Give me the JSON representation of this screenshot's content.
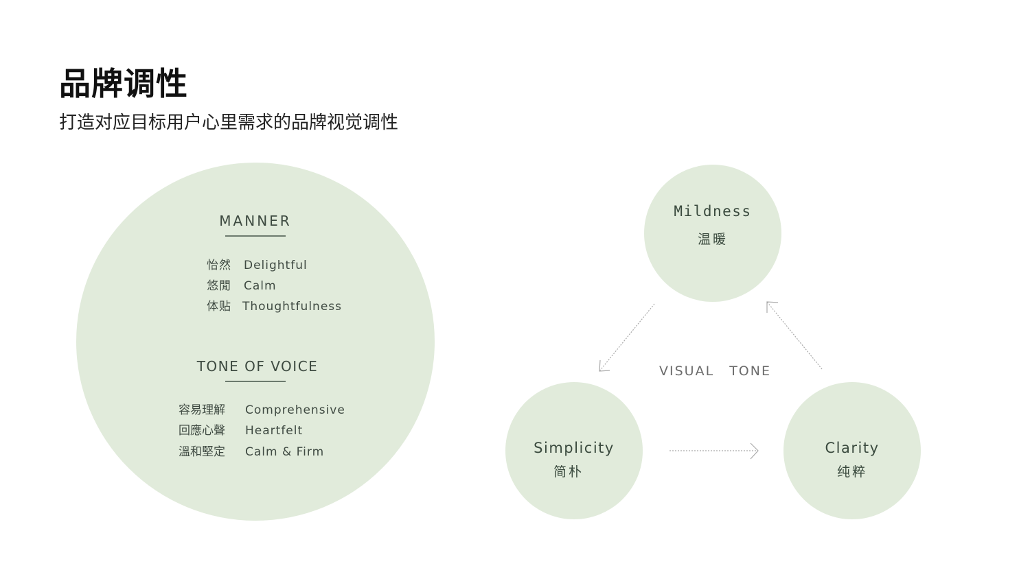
{
  "header": {
    "title": "品牌调性",
    "subtitle": "打造对应目标用户心里需求的品牌视觉调性"
  },
  "manner": {
    "title": "MANNER",
    "items": [
      {
        "zh": "怡然",
        "en": "Delightful"
      },
      {
        "zh": "悠閒",
        "en": "Calm"
      },
      {
        "zh": "体贴",
        "en": "Thoughtfulness"
      }
    ]
  },
  "tone_of_voice": {
    "title": "TONE OF VOICE",
    "items": [
      {
        "zh": "容易理解",
        "en": "Comprehensive"
      },
      {
        "zh": "回應心聲",
        "en": "Heartfelt"
      },
      {
        "zh": "溫和堅定",
        "en": "Calm & Firm"
      }
    ]
  },
  "visual_tone": {
    "label": "VISUAL TONE",
    "nodes": [
      {
        "en": "Mildness",
        "zh": "温暖"
      },
      {
        "en": "Simplicity",
        "zh": "简朴"
      },
      {
        "en": "Clarity",
        "zh": "纯粹"
      }
    ]
  },
  "colors": {
    "circle": "#e1ebdb",
    "text": "#3a4a3e"
  }
}
